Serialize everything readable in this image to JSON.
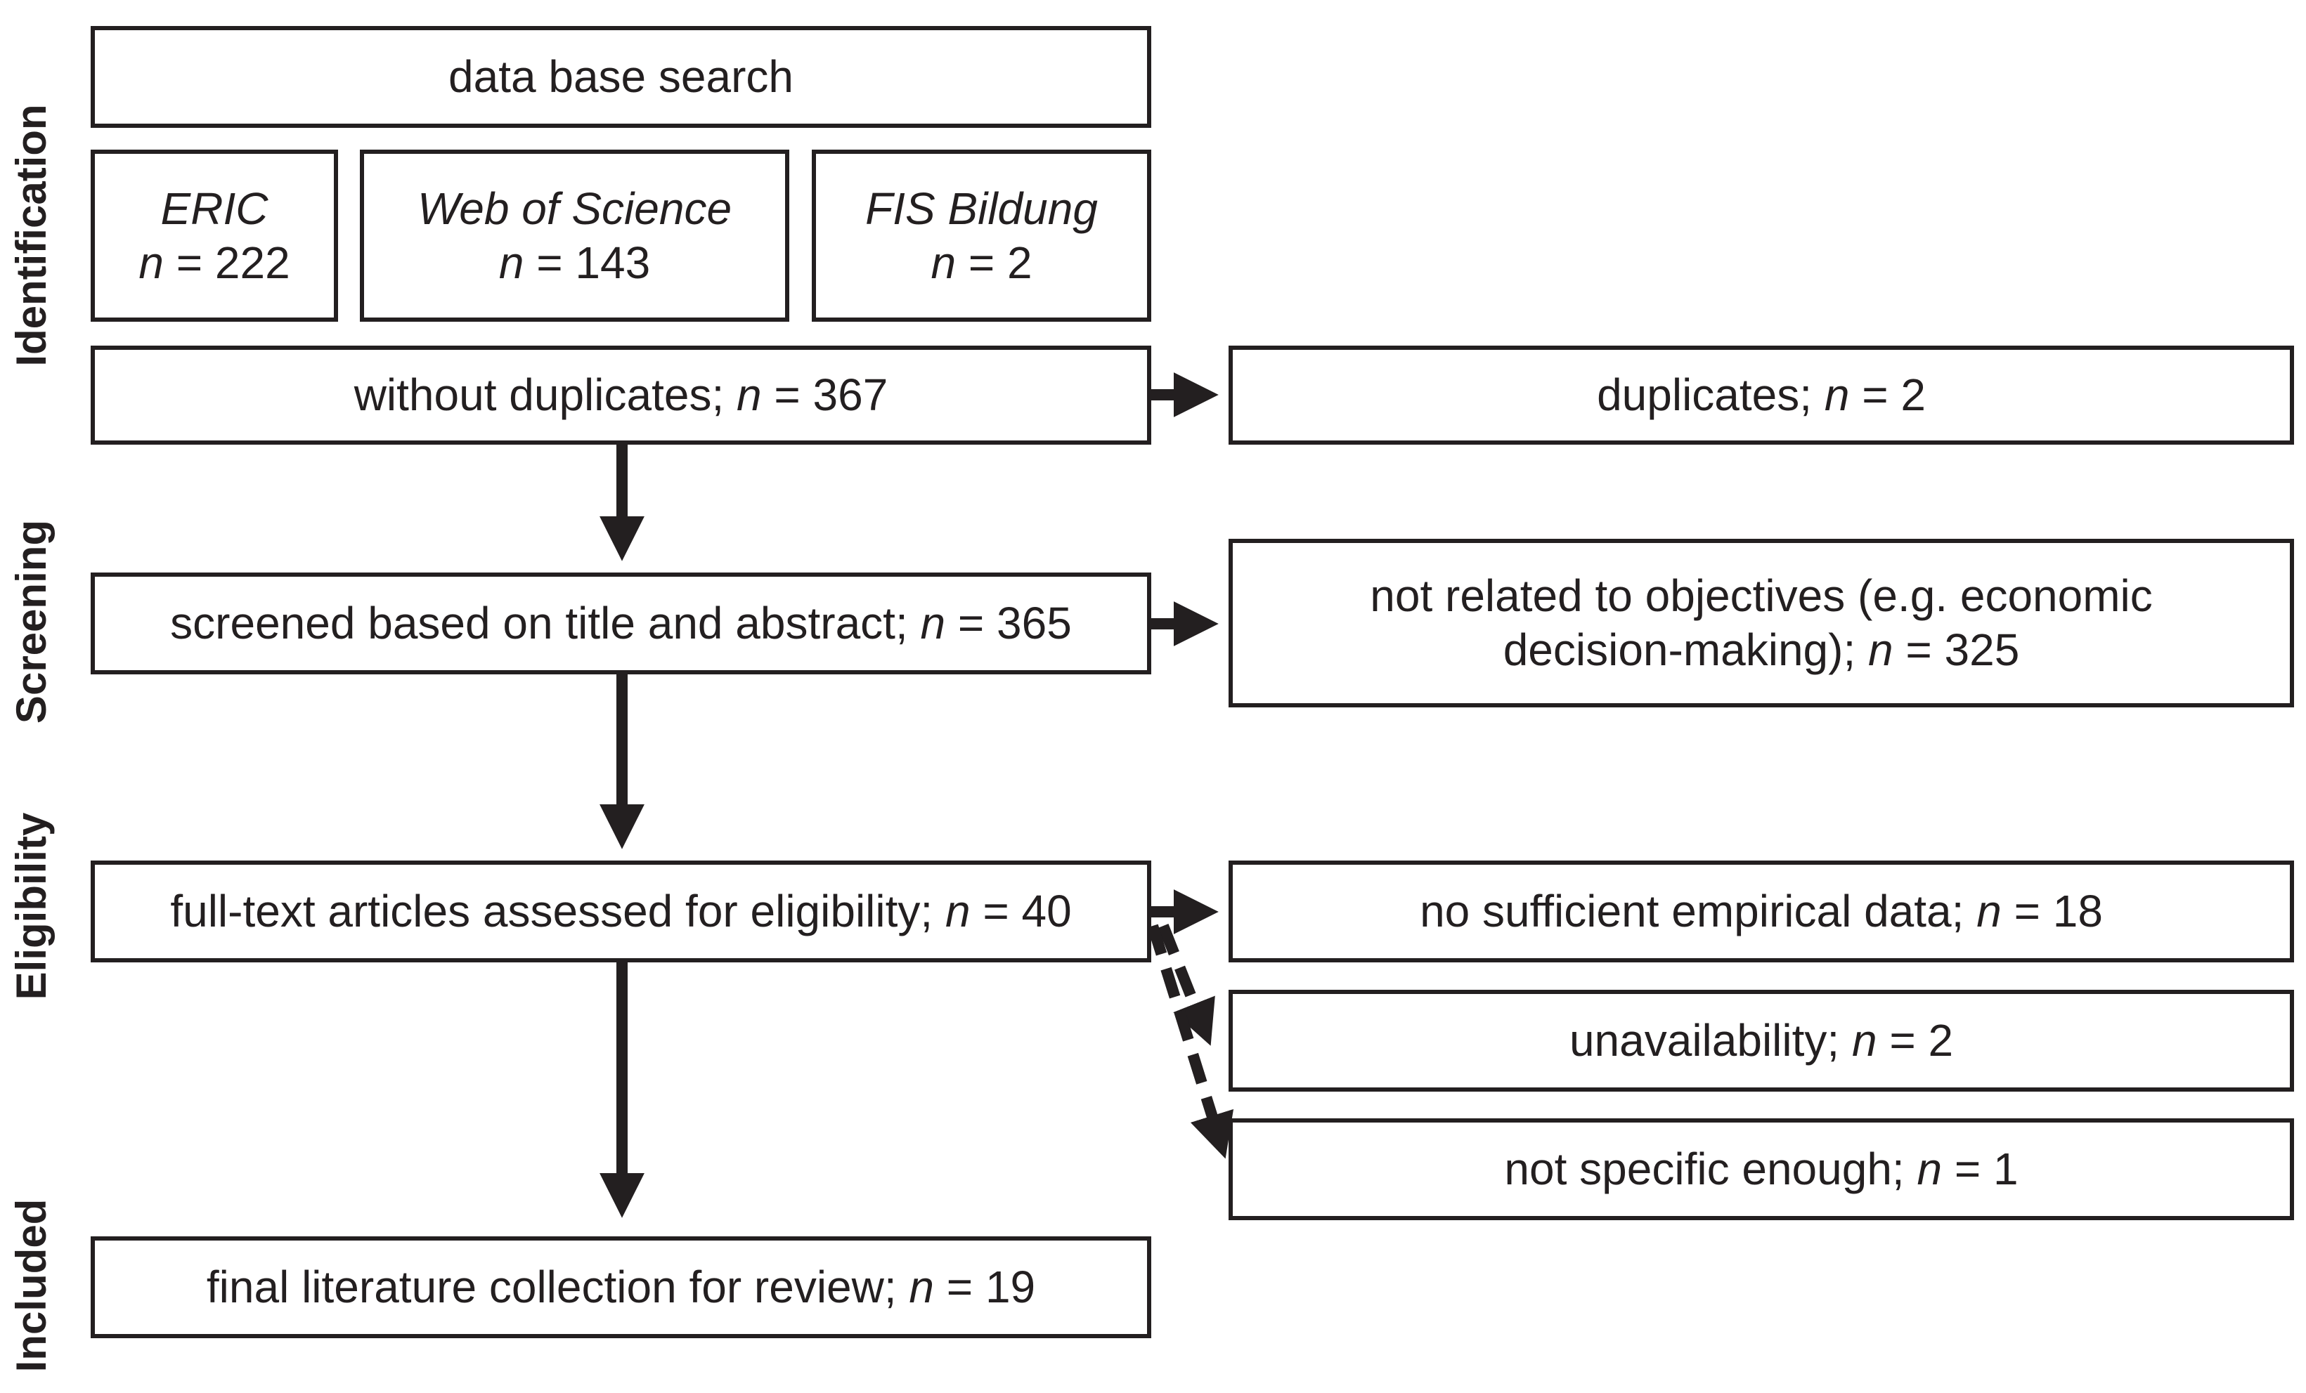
{
  "stages": {
    "identification": "Identification",
    "screening": "Screening",
    "eligibility": "Eligibility",
    "included": "Included"
  },
  "boxes": {
    "database_search": "data base search",
    "eric": {
      "name": "ERIC",
      "n_label": "n",
      "count": " = 222"
    },
    "web_of_science": {
      "name": "Web of Science",
      "n_label": "n",
      "count": " = 143"
    },
    "fis_bildung": {
      "name": "FIS Bildung",
      "n_label": "n",
      "count": " = 2"
    },
    "without_duplicates": {
      "text": "without duplicates; ",
      "n_label": "n",
      "count": " = 367"
    },
    "duplicates": {
      "text": "duplicates; ",
      "n_label": "n",
      "count": " = 2"
    },
    "screened": {
      "text": "screened based on title and abstract; ",
      "n_label": "n",
      "count": " = 365"
    },
    "not_related": {
      "line1": "not related to objectives (e.g. economic",
      "line2": "decision-making); ",
      "n_label": "n",
      "count": " = 325"
    },
    "full_text": {
      "text": "full-text articles assessed for eligibility; ",
      "n_label": "n",
      "count": " = 40"
    },
    "no_empirical": {
      "text": "no sufficient empirical data; ",
      "n_label": "n",
      "count": " = 18"
    },
    "unavailability": {
      "text": "unavailability; ",
      "n_label": "n",
      "count": " = 2"
    },
    "not_specific": {
      "text": "not specific enough; ",
      "n_label": "n",
      "count": " = 1"
    },
    "final": {
      "text": "final literature collection for review; ",
      "n_label": "n",
      "count": " = 19"
    }
  }
}
